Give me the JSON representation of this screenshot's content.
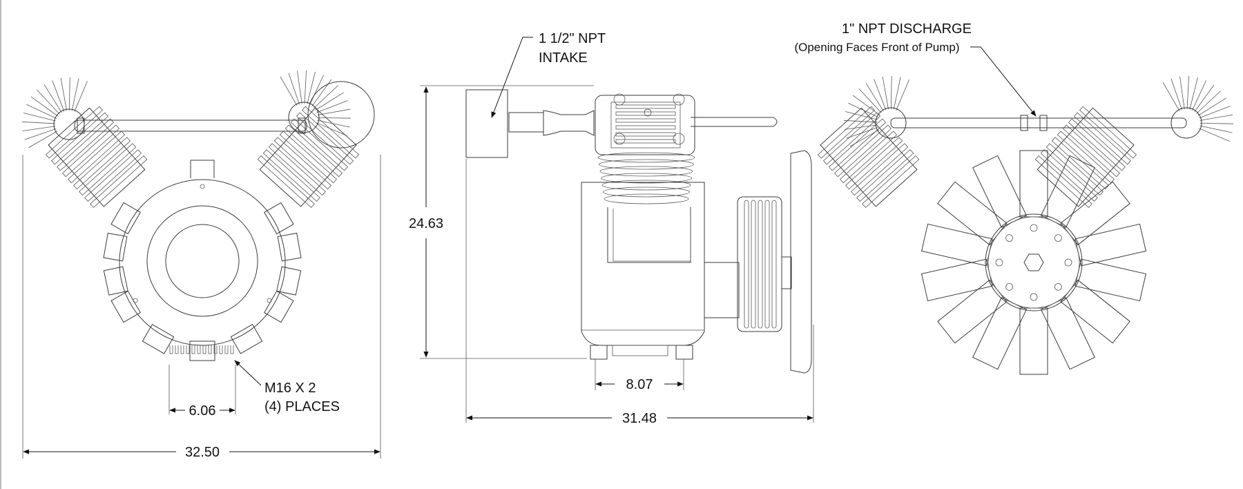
{
  "views": {
    "front": {
      "width_dim": "32.50",
      "bolt_spacing_dim": "6.06",
      "callout_line1": "M16 X 2",
      "callout_line2": "(4) PLACES"
    },
    "side": {
      "height_dim": "24.63",
      "width_dim": "31.48",
      "foot_dim": "8.07",
      "intake_line1": "1 1/2\" NPT",
      "intake_line2": "INTAKE"
    },
    "rear": {
      "discharge_line1": "1\" NPT DISCHARGE",
      "discharge_line2": "(Opening Faces Front of Pump)"
    }
  }
}
